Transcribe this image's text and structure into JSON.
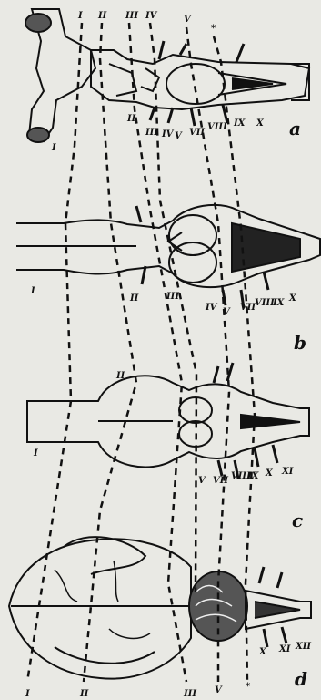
{
  "figure": {
    "panels": [
      {
        "letter": "a",
        "nerves": [
          "I",
          "II",
          "III",
          "IV",
          "V",
          "VII",
          "VIII",
          "IX",
          "X"
        ]
      },
      {
        "letter": "b",
        "nerves": [
          "I",
          "II",
          "III",
          "IV",
          "V",
          "VII",
          "VIII",
          "IX",
          "X"
        ]
      },
      {
        "letter": "c",
        "nerves": [
          "I",
          "II",
          "V",
          "VII",
          "VIII",
          "IX",
          "X",
          "XI"
        ]
      },
      {
        "letter": "d",
        "nerves": [
          "X",
          "XI",
          "XII"
        ]
      }
    ],
    "top_markers": [
      "I",
      "II",
      "III",
      "IV",
      "V",
      "*"
    ],
    "bottom_markers": [
      "I",
      "II",
      "III",
      "V",
      "*"
    ]
  },
  "colors": {
    "paper": "#e9e9e4",
    "ink": "#111111",
    "shade": "#333333"
  }
}
